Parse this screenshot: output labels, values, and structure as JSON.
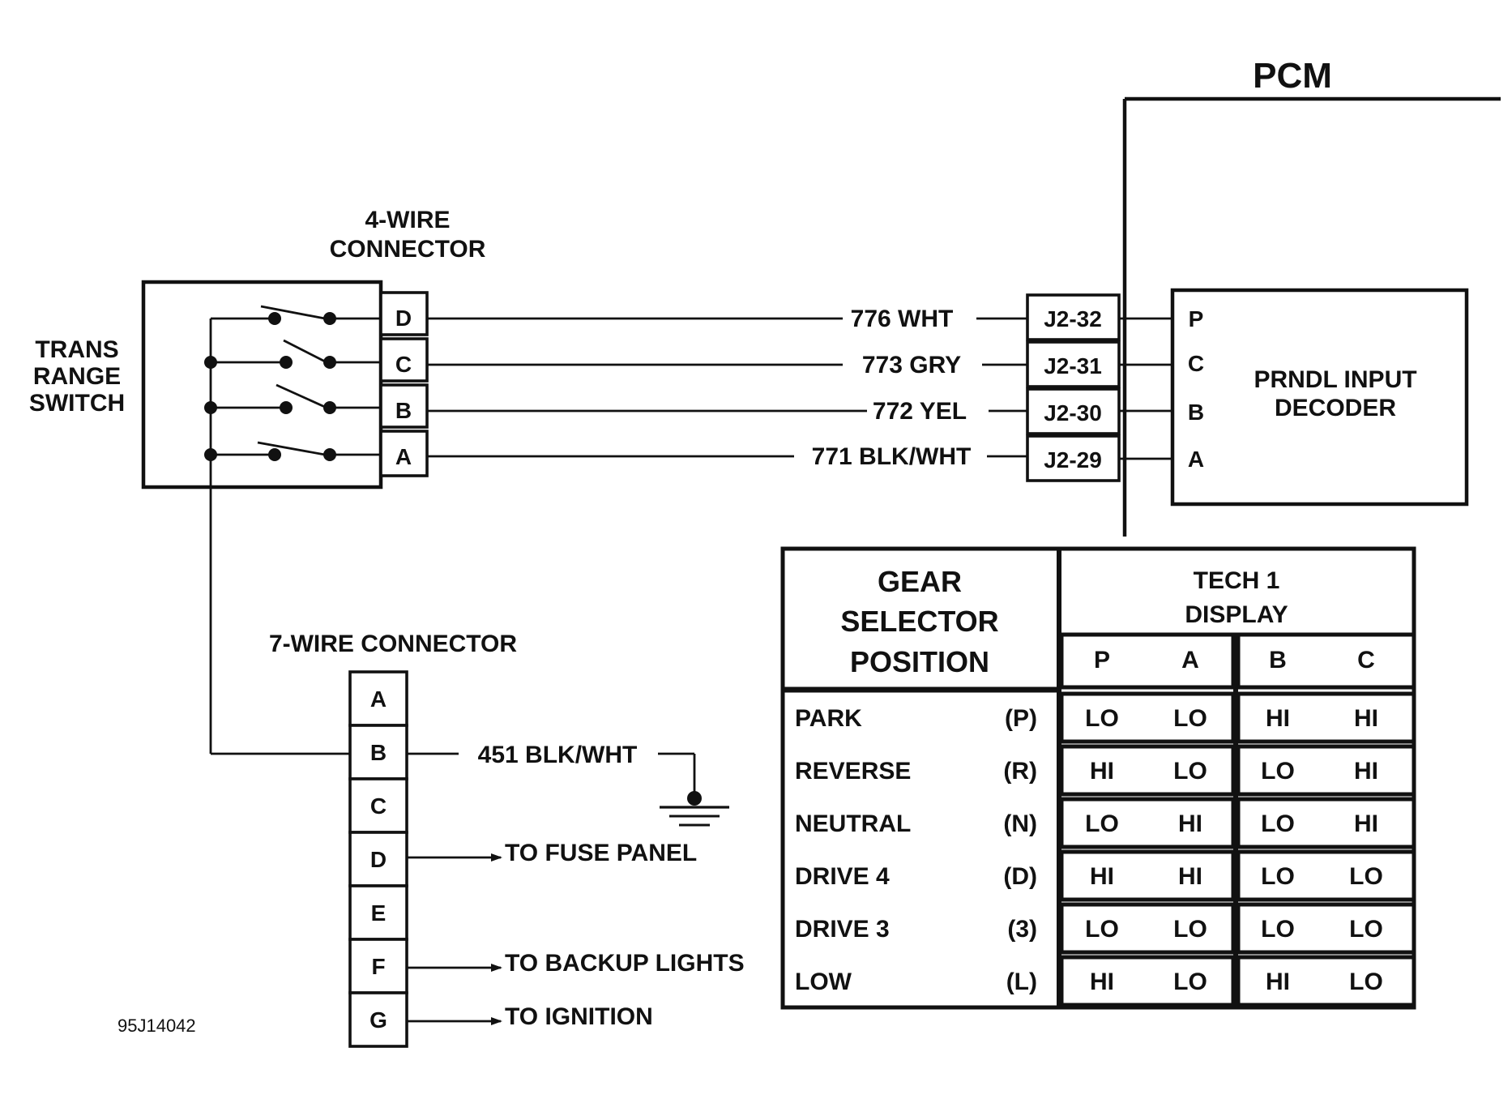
{
  "pcm": {
    "title": "PCM"
  },
  "four_wire": {
    "label_lines": [
      "4-WIRE",
      "CONNECTOR"
    ],
    "pins": [
      "D",
      "C",
      "B",
      "A"
    ]
  },
  "trans_switch": {
    "label_lines": [
      "TRANS",
      "RANGE",
      "SWITCH"
    ]
  },
  "wires": [
    "776 WHT",
    "773 GRY",
    "772 YEL",
    "771 BLK/WHT"
  ],
  "pcm_pins": [
    "J2-32",
    "J2-31",
    "J2-30",
    "J2-29"
  ],
  "decoder": {
    "label_lines": [
      "PRNDL INPUT",
      "DECODER"
    ],
    "inputs": [
      "P",
      "C",
      "B",
      "A"
    ]
  },
  "seven_wire": {
    "label": "7-WIRE CONNECTOR",
    "pins": [
      "A",
      "B",
      "C",
      "D",
      "E",
      "F",
      "G"
    ],
    "ground_wire": "451 BLK/WHT",
    "to_fuse": "TO FUSE PANEL",
    "to_backup": "TO BACKUP LIGHTS",
    "to_ignition": "TO IGNITION"
  },
  "table": {
    "header_left": [
      "GEAR",
      "SELECTOR",
      "POSITION"
    ],
    "header_right": [
      "TECH 1",
      "DISPLAY"
    ],
    "columns": [
      "P",
      "A",
      "B",
      "C"
    ],
    "rows": [
      {
        "name": "PARK",
        "code": "(P)",
        "values": [
          "LO",
          "LO",
          "HI",
          "HI"
        ]
      },
      {
        "name": "REVERSE",
        "code": "(R)",
        "values": [
          "HI",
          "LO",
          "LO",
          "HI"
        ]
      },
      {
        "name": "NEUTRAL",
        "code": "(N)",
        "values": [
          "LO",
          "HI",
          "LO",
          "HI"
        ]
      },
      {
        "name": "DRIVE 4",
        "code": "(D)",
        "values": [
          "HI",
          "HI",
          "LO",
          "LO"
        ]
      },
      {
        "name": "DRIVE 3",
        "code": "(3)",
        "values": [
          "LO",
          "LO",
          "LO",
          "LO"
        ]
      },
      {
        "name": "LOW",
        "code": "(L)",
        "values": [
          "HI",
          "LO",
          "HI",
          "LO"
        ]
      }
    ]
  },
  "figure_id": "95J14042"
}
